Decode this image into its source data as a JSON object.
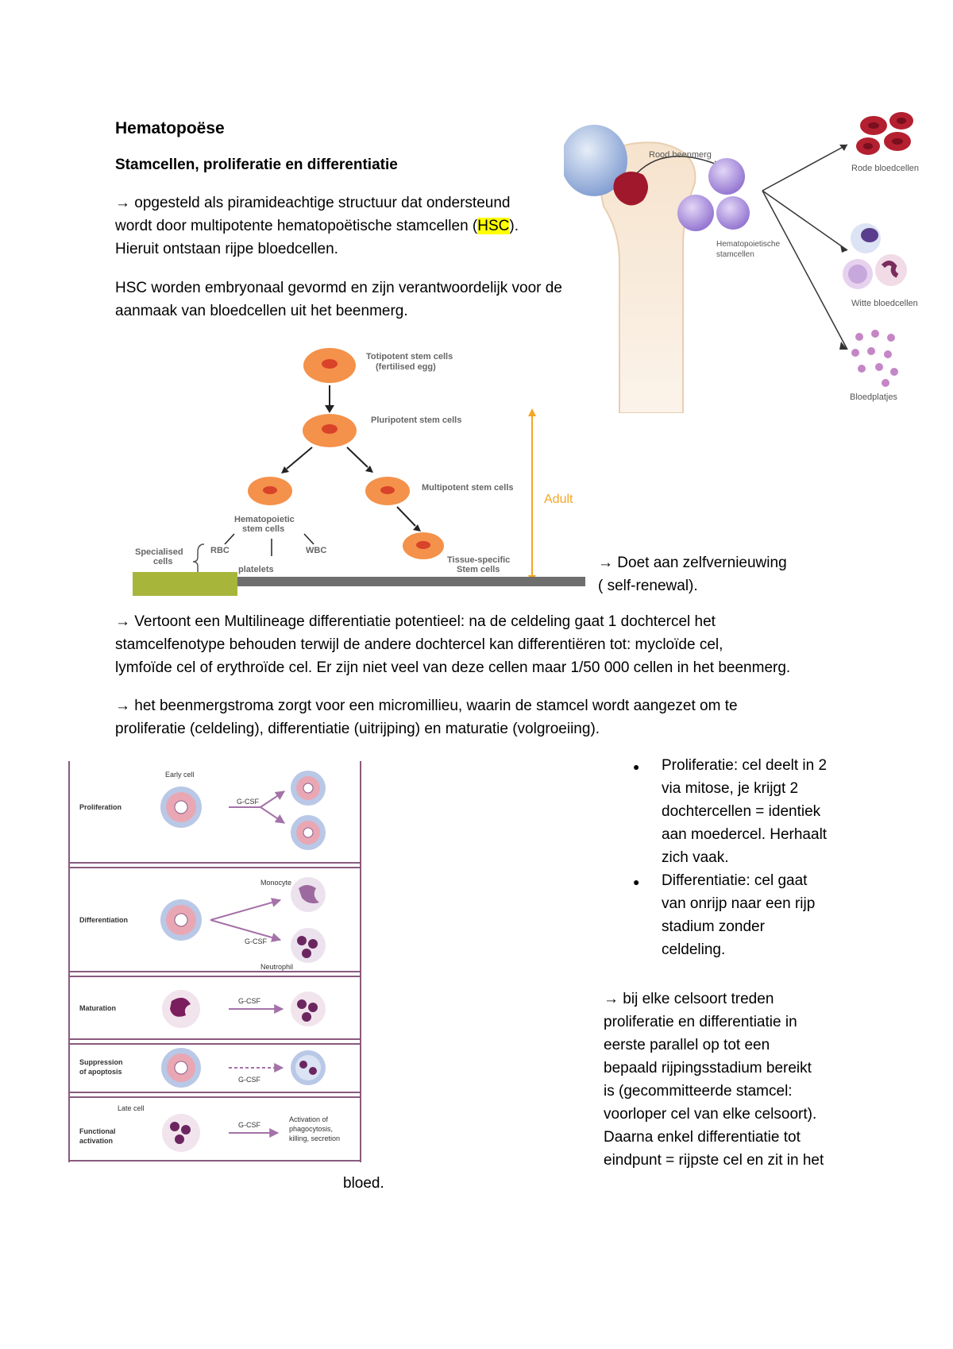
{
  "doc": {
    "title": "Hematopoëse",
    "subtitle": "Stamcellen, proliferatie en differentiatie",
    "arrow": "→",
    "p1_l1": " opgesteld als piramideachtige structuur dat ondersteund",
    "p1_l2a": "wordt door multipotente hematopoëtische stamcellen (",
    "p1_hl": "HSC",
    "p1_l2b": ").",
    "p1_l3": "Hieruit ontstaan rijpe bloedcellen.",
    "p2_l1": "HSC worden embryonaal gevormd en zijn verantwoordelijk voor de",
    "p2_l2": "aanmaak van bloedcellen uit het beenmerg.",
    "p3_l1": " Doet aan zelfvernieuwing",
    "p3_l2": "( self-renewal).",
    "p4_l1": " Vertoont een Multilineage differentiatie potentieel: na de celdeling gaat 1 dochtercel het",
    "p4_l2": "stamcelfenotype behouden terwijl de andere dochtercel kan differentiëren tot: mycloïde cel,",
    "p4_l3": "lymfoïde cel of erythroïde cel. Er zijn niet veel van deze cellen maar 1/50 000 cellen in het beenmerg.",
    "p5_l1": " het beenmergstroma zorgt voor een micromillieu, waarin de stamcel wordt aangezet om te",
    "p5_l2": "proliferatie (celdeling), differentiatie (uitrijping) en maturatie (volgroeiing).",
    "bullet1": [
      "Proliferatie: cel deelt in 2",
      "via mitose, je krijgt 2",
      "dochtercellen = identiek",
      "aan moedercel. Herhaalt",
      "zich vaak."
    ],
    "bullet2": [
      "Differentiatie: cel gaat",
      "van onrijp naar een rijp",
      "stadium zonder",
      "celdeling."
    ],
    "p6": [
      " bij elke celsoort treden",
      "proliferatie en differentiatie in",
      "eerste parallel op tot een",
      "bepaald rijpingsstadium bereikt",
      "is (gecommitteerde stamcel:",
      "voorloper cel van elke celsoort).",
      "Daarna enkel differentiatie tot",
      "eindpunt = rijpste cel en zit in het"
    ],
    "p6_end": "bloed."
  },
  "bone_figure": {
    "label_marrow": "Rood beenmerg",
    "label_hsc_1": "Hematopoietische",
    "label_hsc_2": "stamcellen",
    "label_red": "Rode bloedcellen",
    "label_white": "Witte bloedcellen",
    "label_platelets": "Bloedplatjes",
    "colors": {
      "bone": "#f3dcc2",
      "marrow": "#a0182c",
      "rbc": "#b42030",
      "hsc": "#a58ad8"
    }
  },
  "pyramid_figure": {
    "totipotent_1": "Totipotent stem cells",
    "totipotent_2": "(fertilised egg)",
    "pluripotent": "Pluripotent stem cells",
    "multipotent": "Multipotent stem cells",
    "hematopoietic_1": "Hematopoietic",
    "hematopoietic_2": "stem cells",
    "specialised_1": "Specialised",
    "specialised_2": "cells",
    "rbc": "RBC",
    "wbc": "WBC",
    "platelets": "platelets",
    "tissue_1": "Tissue-specific",
    "tissue_2": "Stem cells",
    "adult": "Adult",
    "colors": {
      "cell": "#f4914a",
      "nucleus": "#d9432a",
      "adult": "#f5a623",
      "green_bar": "#a7b53a",
      "grey_bar": "#6e6e6e"
    }
  },
  "gcsf_figure": {
    "early_cell": "Early cell",
    "late_cell": "Late cell",
    "rows": [
      {
        "label_1": "Proliferation",
        "label_2": ""
      },
      {
        "label_1": "Differentiation",
        "label_2": ""
      },
      {
        "label_1": "Maturation",
        "label_2": ""
      },
      {
        "label_1": "Suppression",
        "label_2": "of apoptosis"
      },
      {
        "label_1": "Functional",
        "label_2": "activation"
      }
    ],
    "gcsf": "G-CSF",
    "monocyte": "Monocyte",
    "neutrophil": "Neutrophil",
    "activation_1": "Activation of",
    "activation_2": "phagocytosis,",
    "activation_3": "killing, secretion",
    "colors": {
      "frame": "#8a5a7e",
      "arrow": "#a472a8",
      "cell_outer": "#b9c8e6",
      "cell_inner": "#e9a7b4"
    }
  }
}
